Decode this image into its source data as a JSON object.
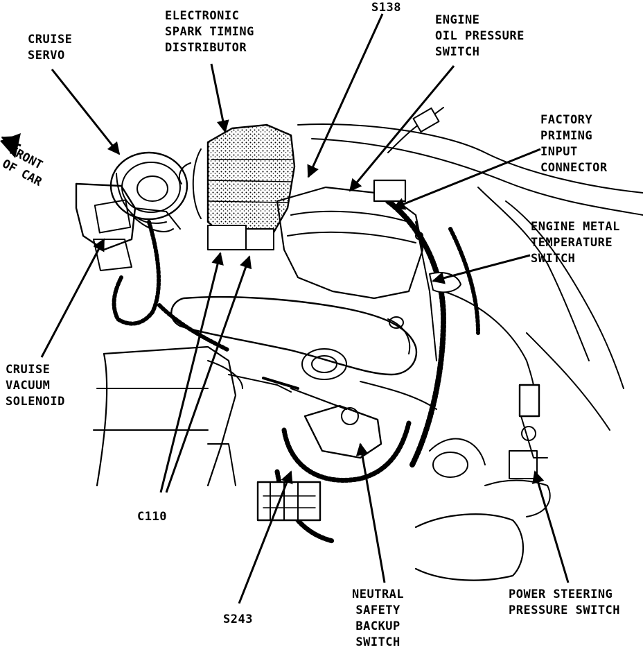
{
  "labels": {
    "cruise_servo": [
      "CRUISE",
      "SERVO"
    ],
    "distributor": [
      "ELECTRONIC",
      "SPARK TIMING",
      "DISTRIBUTOR"
    ],
    "s138": [
      "S138"
    ],
    "oil_pressure": [
      "ENGINE",
      "OIL PRESSURE",
      "SWITCH"
    ],
    "priming_connector": [
      "FACTORY",
      "PRIMING",
      "INPUT",
      "CONNECTOR"
    ],
    "metal_temp": [
      "ENGINE METAL",
      "TEMPERATURE",
      "SWITCH"
    ],
    "front_of_car": [
      "FRONT",
      "OF CAR"
    ],
    "cruise_vacuum": [
      "CRUISE",
      "VACUUM",
      "SOLENOID"
    ],
    "c110": [
      "C110"
    ],
    "s243": [
      "S243"
    ],
    "neutral_safety": [
      "NEUTRAL",
      "SAFETY",
      "BACKUP",
      "SWITCH"
    ],
    "power_steering": [
      "POWER STEERING",
      "PRESSURE SWITCH"
    ]
  },
  "colors": {
    "ink": "#000000",
    "paper": "#ffffff",
    "shade": "#9a9a9a"
  }
}
